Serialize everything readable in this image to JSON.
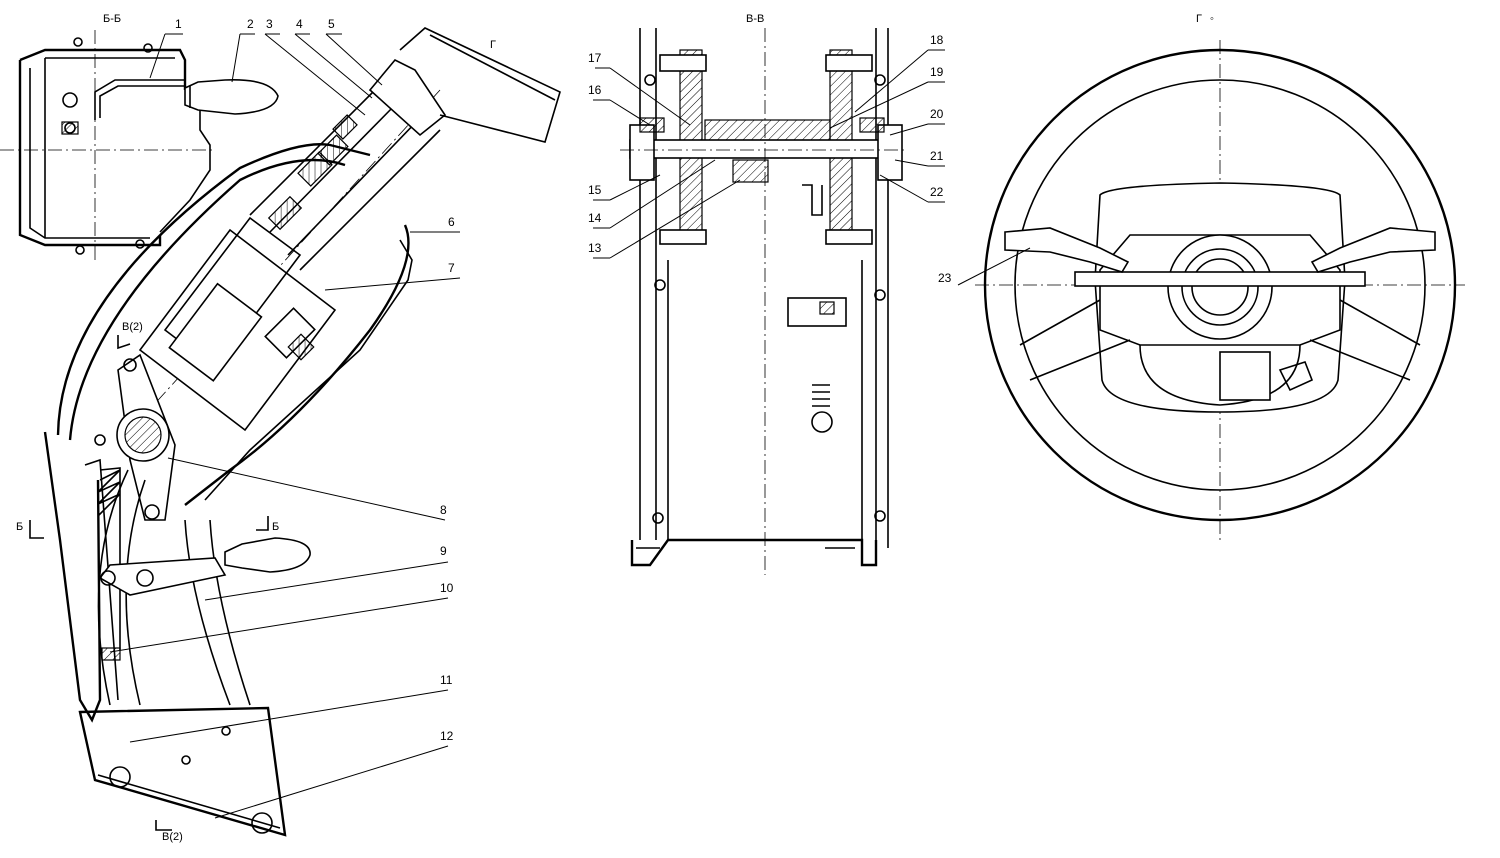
{
  "section_labels": {
    "b_b": "Б-Б",
    "v_v": "В-В",
    "g": "Г",
    "g_view": "Г",
    "b_left": "Б",
    "b_right": "Б",
    "v2_top": "В(2)",
    "v2_bottom": "В(2)"
  },
  "callouts": [
    "1",
    "2",
    "3",
    "4",
    "5",
    "6",
    "7",
    "8",
    "9",
    "10",
    "11",
    "12",
    "13",
    "14",
    "15",
    "16",
    "17",
    "18",
    "19",
    "20",
    "21",
    "22",
    "23"
  ]
}
